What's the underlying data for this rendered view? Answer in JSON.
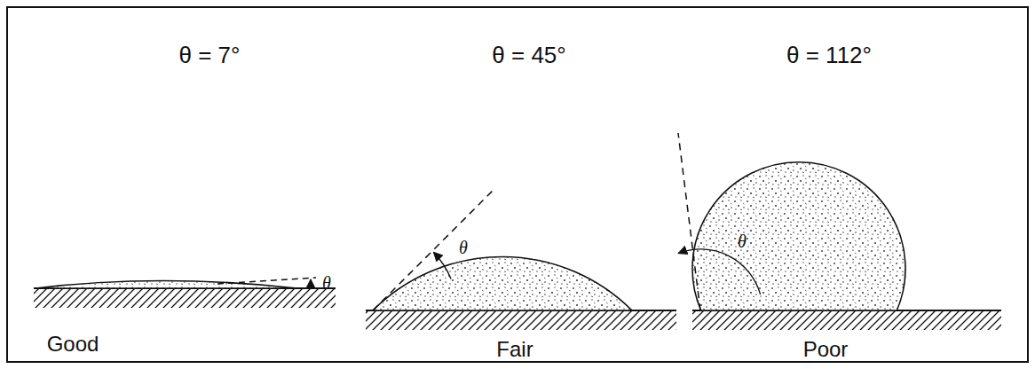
{
  "diagram": {
    "labels": [
      "θ = 7°",
      "θ = 45°",
      "θ = 112°",
      "θ",
      "θ",
      "θ",
      "Good",
      "Fair",
      "Poor"
    ]
  }
}
